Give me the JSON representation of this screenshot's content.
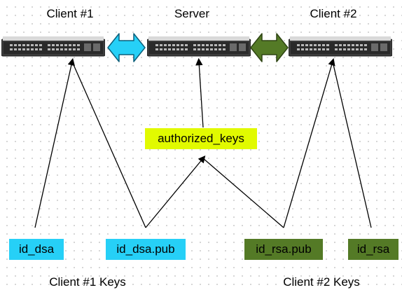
{
  "nodes": {
    "client1": {
      "label": "Client #1"
    },
    "server": {
      "label": "Server"
    },
    "client2": {
      "label": "Client #2"
    }
  },
  "authorized_keys": {
    "label": "authorized_keys",
    "color": "#e1fa00"
  },
  "keys": {
    "id_dsa": {
      "label": "id_dsa",
      "color": "#26d0f7"
    },
    "id_dsa_pub": {
      "label": "id_dsa.pub",
      "color": "#26d0f7"
    },
    "id_rsa_pub": {
      "label": "id_rsa.pub",
      "color": "#547a26"
    },
    "id_rsa": {
      "label": "id_rsa",
      "color": "#547a26"
    }
  },
  "captions": {
    "client1_keys": "Client #1 Keys",
    "client2_keys": "Client #2 Keys"
  },
  "connectors": {
    "client1_server": {
      "color": "#26d0f7"
    },
    "server_client2": {
      "color": "#547a26"
    }
  }
}
